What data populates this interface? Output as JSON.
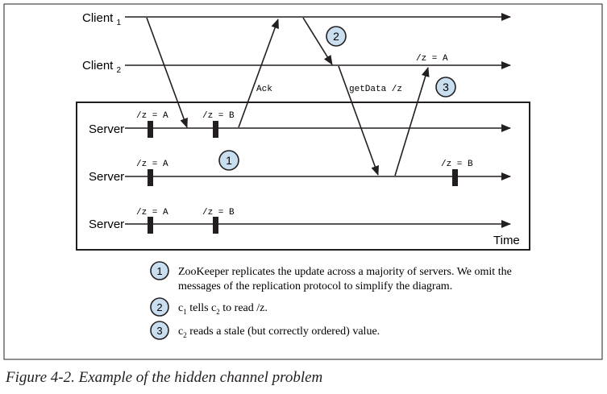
{
  "diagram": {
    "client_labels": [
      {
        "name": "Client",
        "sub": "1"
      },
      {
        "name": "Client",
        "sub": "2"
      }
    ],
    "server_label": "Server",
    "time_label": "Time",
    "states": {
      "za": "/z = A",
      "zb": "/z = B"
    },
    "messages": {
      "ack": "Ack",
      "getdata": "getData /z"
    },
    "step_markers": [
      "1",
      "2",
      "3"
    ],
    "legend": [
      {
        "marker": "1",
        "lines": [
          "ZooKeeper replicates the update across a majority of servers. We omit the",
          "messages of the replication protocol to simplify the diagram."
        ]
      },
      {
        "marker": "2",
        "text_parts": [
          "c",
          "1",
          " tells c",
          "2",
          " to read /z."
        ]
      },
      {
        "marker": "3",
        "text_parts": [
          "c",
          "2",
          " reads a stale (but correctly ordered) value."
        ]
      }
    ],
    "colors": {
      "ink": "#231f20",
      "marker_fill": "#c9dff0",
      "marker_stroke": "#231f20"
    }
  },
  "caption": "Figure 4-2. Example of the hidden channel problem"
}
